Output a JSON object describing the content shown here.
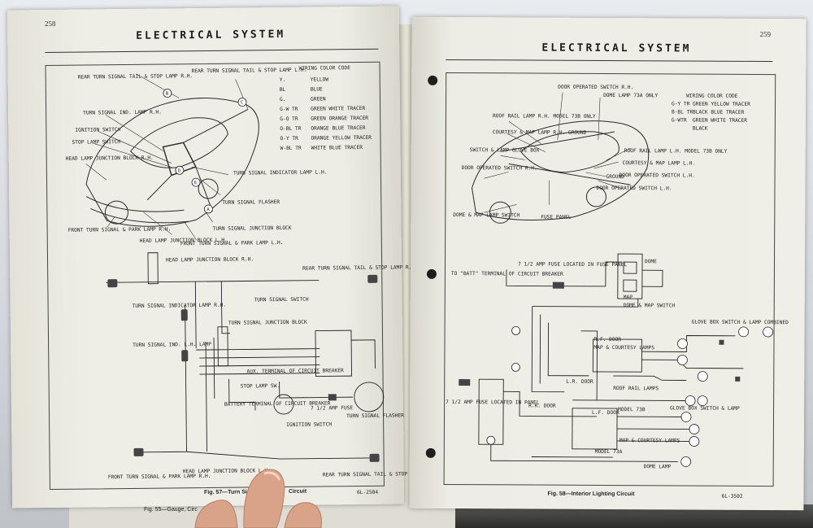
{
  "left_page": {
    "page_number": "258",
    "title": "ELECTRICAL SYSTEM",
    "legend_title": "WIRING COLOR CODE",
    "legend": [
      {
        "code": "Y.",
        "name": "YELLOW"
      },
      {
        "code": "BL",
        "name": "BLUE"
      },
      {
        "code": "G.",
        "name": "GREEN"
      },
      {
        "code": "G-W TR",
        "name": "GREEN WHITE TRACER"
      },
      {
        "code": "G-O TR",
        "name": "GREEN ORANGE TRACER"
      },
      {
        "code": "O-BL TR",
        "name": "ORANGE BLUE TRACER"
      },
      {
        "code": "O-Y TR",
        "name": "ORANGE YELLOW TRACER"
      },
      {
        "code": "W-BL TR",
        "name": "WHITE BLUE TRACER"
      }
    ],
    "labels": {
      "rear_tail_rh": "REAR TURN SIGNAL TAIL & STOP LAMP R.H.",
      "rear_tail_lh": "REAR TURN SIGNAL TAIL & STOP LAMP L.H.",
      "turn_ind_rh": "TURN SIGNAL IND. LAMP R.H.",
      "ignition": "IGNITION SWITCH",
      "stop_switch": "STOP LAMP SWITCH",
      "head_lamp_jb": "HEAD LAMP JUNCTION BLOCK R.H.",
      "front_rh": "FRONT TURN SIGNAL & PARK LAMP R.H.",
      "head_lamp_jb_lh": "HEAD LAMP JUNCTION BLOCK L.H.",
      "front_lh": "FRONT TURN SIGNAL & PARK LAMP L.H.",
      "junction": "TURN SIGNAL JUNCTION BLOCK",
      "flasher": "TURN SIGNAL FLASHER",
      "indicator_lh": "TURN SIGNAL INDICATOR LAMP L.H.",
      "schem_head_rh": "HEAD LAMP JUNCTION BLOCK R.H.",
      "schem_rear_rh": "REAR TURN SIGNAL TAIL & STOP LAMP R.H.",
      "schem_switch": "TURN SIGNAL SWITCH",
      "schem_ind_rh": "TURN SIGNAL INDICATOR LAMP R.H.",
      "schem_ind_lh": "TURN SIGNAL IND. L.H. LAMP",
      "schem_jb": "TURN SIGNAL JUNCTION BLOCK",
      "aux": "AUX. TERMINAL OF CIRCUIT BREAKER",
      "stop_sw": "STOP LAMP SW.",
      "battery": "BATTERY TERMINAL OF CIRCUIT BREAKER",
      "fuse": "7 1/2 AMP FUSE",
      "ign_sw": "IGNITION SWITCH",
      "schem_flasher": "TURN SIGNAL FLASHER",
      "schem_front_rh": "FRONT TURN SIGNAL & PARK LAMP R.H.",
      "schem_head_lh": "HEAD LAMP JUNCTION BLOCK L.H.",
      "schem_rear_lh": "REAR TURN SIGNAL TAIL & STOP LAMP L.H."
    },
    "caption": "Fig. 57—Turn Sig",
    "caption_tail": "Circuit",
    "code": "6L-2504",
    "under_caption": "Fig. 55—Gauge, Circ"
  },
  "right_page": {
    "page_number": "259",
    "title": "ELECTRICAL SYSTEM",
    "legend_title": "WIRING COLOR CODE",
    "legend": [
      {
        "code": "G-Y TR",
        "name": "GREEN YELLOW TRACER"
      },
      {
        "code": "B-BL TR",
        "name": "BLACK BLUE TRACER"
      },
      {
        "code": "G-WTR",
        "name": "GREEN WHITE TRACER"
      },
      {
        "code": "",
        "name": "BLACK"
      }
    ],
    "labels": {
      "door_sw_rh": "DOOR OPERATED SWITCH R.H.",
      "dome": "DOME LAMP 73A ONLY",
      "roof_rh": "ROOF RAIL LAMP R.H. MODEL 73B ONLY",
      "courtesy_ground": "COURTESY & MAP LAMP R.H. GROUND",
      "glove": "SWITCH & LAMP GLOVE BOX",
      "door_sw2": "DOOR OPERATED SWITCH R.H.",
      "roof_lh": "ROOF RAIL LAMP L.H. MODEL 73B ONLY",
      "courtesy_lh": "COURTESY & MAP LAMP L.H.",
      "ground": "GROUND",
      "door_sw_lh": "DOOR OPERATED SWITCH L.H.",
      "door_sw_lh2": "DOOR OPERATED SWITCH L.H.",
      "fuse_panel": "FUSE PANEL",
      "dome_map_sw": "DOME & MAP LAMP SWITCH",
      "batt": "TO \"BATT\" TERMINAL OF CIRCUIT BREAKER",
      "fuse": "7 1/2 AMP FUSE LOCATED IN FUSE PANEL",
      "dome_box": "DOME",
      "map_box": "MAP",
      "dome_map_switch": "DOME & MAP SWITCH",
      "glove_combined": "GLOVE BOX SWITCH & LAMP COMBINED",
      "rf_door": "R.F. DOOR",
      "map_courtesy": "MAP & COURTESY LAMPS",
      "lr_door": "L.R. DOOR",
      "roof_lamps": "ROOF RAIL LAMPS",
      "model73b": "MODEL 73B",
      "rr_door": "R.R. DOOR",
      "lf_door": "L.F. DOOR",
      "fuse_panel2": "7 1/2 AMP FUSE LOCATED IN PANEL",
      "glove_sw": "GLOVE BOX SWITCH & LAMP",
      "map_courtesy2": "MAP & COURTESY LAMPS",
      "model73a": "MODEL 73A",
      "dome_lamp": "DOME LAMP"
    },
    "caption": "Fig. 58—Interior Lighting Circuit",
    "code": "6L-3502"
  }
}
